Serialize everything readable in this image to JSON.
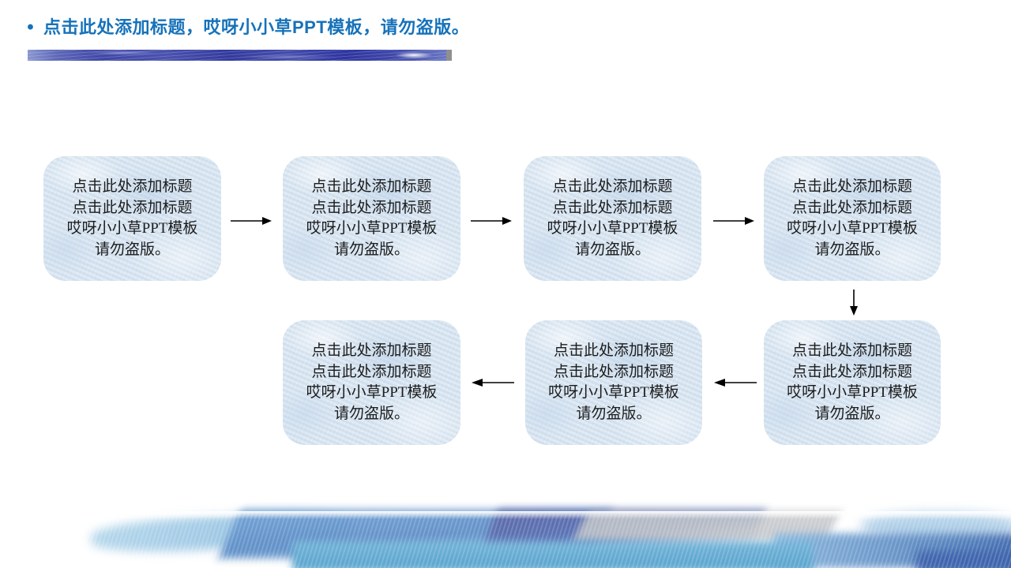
{
  "slide": {
    "title": {
      "bullet": "•",
      "text": "点击此处添加标题，哎呀小小草PPT模板，请勿盗版。"
    },
    "flowchart": {
      "box_lines": [
        "点击此处添加标题",
        "点击此处添加标题",
        "哎呀小小草PPT模板",
        "请勿盗版。"
      ],
      "box_count": 7,
      "arrow_directions": [
        "right",
        "right",
        "right",
        "down",
        "left",
        "left"
      ]
    },
    "colors": {
      "title_blue": "#1672ba",
      "box_fill": "#d5e3f0",
      "box_text": "#1c1c1c",
      "arrow_black": "#000000",
      "strip_blue_dark": "#333a9e",
      "strip_blue_light": "#8a96d0",
      "strip_cap_gray": "#8f8f8f",
      "watercolor_light_blue": "#a9cde6",
      "watercolor_mid_blue": "#5b8cc6",
      "watercolor_indigo": "#5d69aa",
      "watercolor_teal": "#55a2cd",
      "watercolor_gray": "#c2c5c8"
    }
  }
}
